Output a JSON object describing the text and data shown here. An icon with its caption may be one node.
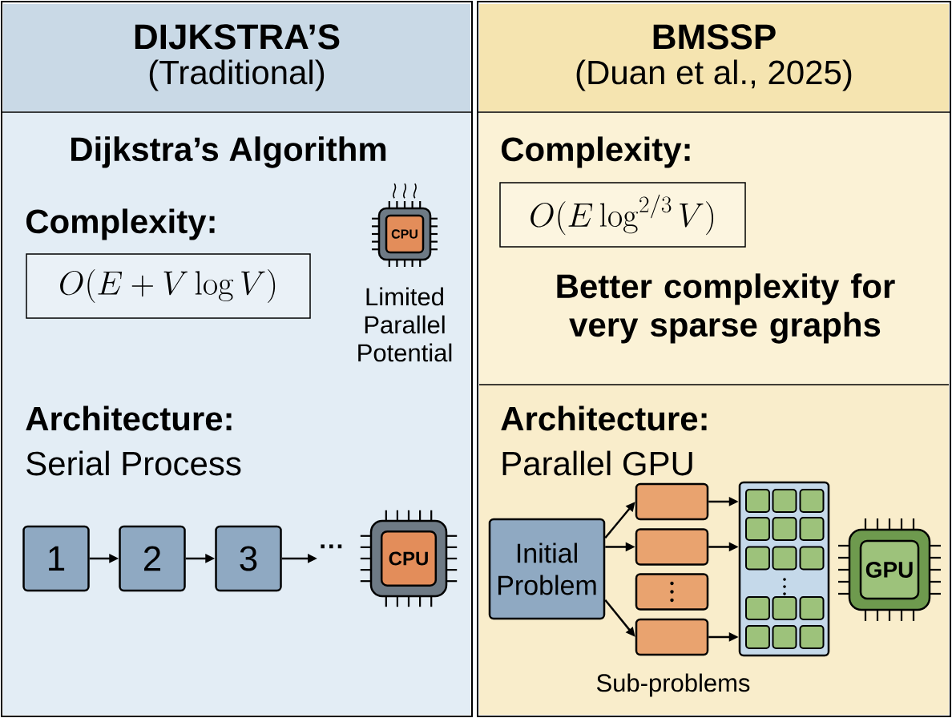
{
  "diagram": {
    "nodes": [
      {
        "text": [
          "DIJKSTRA’S",
          "(Traditional)"
        ]
      },
      {
        "text": [
          "BMSSP",
          "(Duan et al., 2025)"
        ]
      },
      {
        "text": [
          "O(E + V \\log V)"
        ]
      },
      {
        "text": [
          "O(E \\log^{2/3} V)"
        ]
      },
      {
        "text": [
          "1"
        ]
      },
      {
        "text": [
          "2"
        ]
      },
      {
        "text": [
          "3"
        ]
      },
      {
        "text": [
          "···"
        ]
      },
      {
        "text": [
          "Initial Problem"
        ]
      },
      {
        "text": [],
        "shape": "box"
      },
      {
        "text": [],
        "shape": "box"
      },
      {
        "text": [],
        "shape": "box"
      },
      {
        "text": [],
        "shape": "box"
      },
      {
        "text": [],
        "shape": "box"
      }
    ],
    "edges": [
      {
        "from": 4,
        "to": 5,
        "arrow": "to"
      },
      {
        "from": 5,
        "to": 6,
        "arrow": "to"
      },
      {
        "from": 6,
        "to": 7,
        "arrow": "to"
      },
      {
        "from": 8,
        "to": 9,
        "arrow": "to"
      },
      {
        "from": 8,
        "to": 10,
        "arrow": "to"
      },
      {
        "from": 8,
        "to": 12,
        "arrow": "to"
      },
      {
        "from": 9,
        "to": 13,
        "arrow": "to"
      },
      {
        "from": 10,
        "to": 13,
        "arrow": "to"
      },
      {
        "from": 12,
        "to": 13,
        "arrow": "to"
      }
    ],
    "labels": [
      "Dijkstra’s Algorithm",
      "Complexity:",
      "CPU",
      "Limited Parallel Potential",
      "Architecture:",
      "Serial Process",
      "CPU",
      "Complexity:",
      "Better complexity for very sparse graphs",
      "Architecture:",
      "Parallel GPU",
      "GPU",
      "Sub-problems"
    ]
  }
}
